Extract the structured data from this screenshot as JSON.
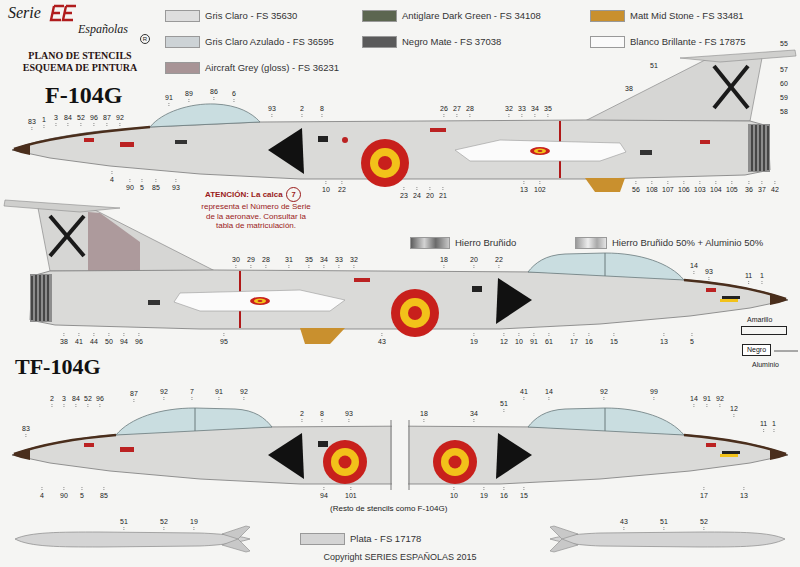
{
  "diagram": {
    "title": "PLANO DE STENCILS ESQUEMA DE PINTURA",
    "caption": "Copyright SERIES ESPAÑOLAS 2015",
    "nodes": [
      {
        "text": [
          "7"
        ]
      },
      {
        "text": [
          "Amarillo"
        ]
      },
      {
        "text": [
          "Negro"
        ]
      }
    ],
    "labels": [
      "Serie",
      "Españolas",
      "R",
      "F-104G",
      "TF-104G",
      "ATENCIÓN: La calca",
      "representa el Número de Serie de la aeronave. Consultar la tabla de matriculación.",
      "Aluminio",
      "(Resto de stencils como F-104G)",
      "83",
      "1",
      "3",
      "84",
      "52",
      "96",
      "87",
      "92",
      "91",
      "89",
      "86",
      "6",
      "93",
      "2",
      "8",
      "26",
      "27",
      "28",
      "32",
      "33",
      "34",
      "35",
      "38",
      "51",
      "55",
      "57",
      "60",
      "59",
      "58",
      "4",
      "90",
      "5",
      "85",
      "93",
      "10",
      "22",
      "23",
      "24",
      "20",
      "21",
      "13",
      "102",
      "56",
      "108",
      "107",
      "106",
      "103",
      "104",
      "105",
      "36",
      "37",
      "42",
      "30",
      "29",
      "28",
      "31",
      "35",
      "34",
      "33",
      "32",
      "18",
      "20",
      "22",
      "14",
      "93",
      "11",
      "1",
      "38",
      "41",
      "44",
      "50",
      "94",
      "96",
      "95",
      "43",
      "19",
      "12",
      "10",
      "91",
      "61",
      "17",
      "16",
      "15",
      "13",
      "5",
      "83",
      "2",
      "3",
      "84",
      "52",
      "96",
      "87",
      "92",
      "7",
      "91",
      "92",
      "2",
      "8",
      "93",
      "18",
      "34",
      "51",
      "41",
      "14",
      "92",
      "99",
      "14",
      "91",
      "92",
      "12",
      "11",
      "1",
      "4",
      "90",
      "5",
      "85",
      "94",
      "101",
      "10",
      "19",
      "16",
      "15",
      "17",
      "13",
      "51",
      "52",
      "19",
      "43",
      "51",
      "52"
    ],
    "legend": [
      {
        "text": "Gris Claro - FS 35630",
        "color": "#dedede"
      },
      {
        "text": "Antiglare Dark Green - FS 34108",
        "color": "#5c6650"
      },
      {
        "text": "Matt Mid Stone - FS 33481",
        "color": "#c9902e"
      },
      {
        "text": "Gris Claro Azulado - FS 36595",
        "color": "#cdd3d6"
      },
      {
        "text": "Negro Mate - FS 37038",
        "color": "#5a5a5a"
      },
      {
        "text": "Blanco Brillante - FS 17875",
        "color": "#fafafa"
      },
      {
        "text": "Aircraft Grey (gloss) - FS 36231",
        "color": "#a89496"
      },
      {
        "text": "Hierro Bruñido"
      },
      {
        "text": "Hierro Bruñido 50% + Aluminio 50%"
      },
      {
        "text": "Plata - FS 17178",
        "color": "#d4d4d4"
      }
    ]
  }
}
